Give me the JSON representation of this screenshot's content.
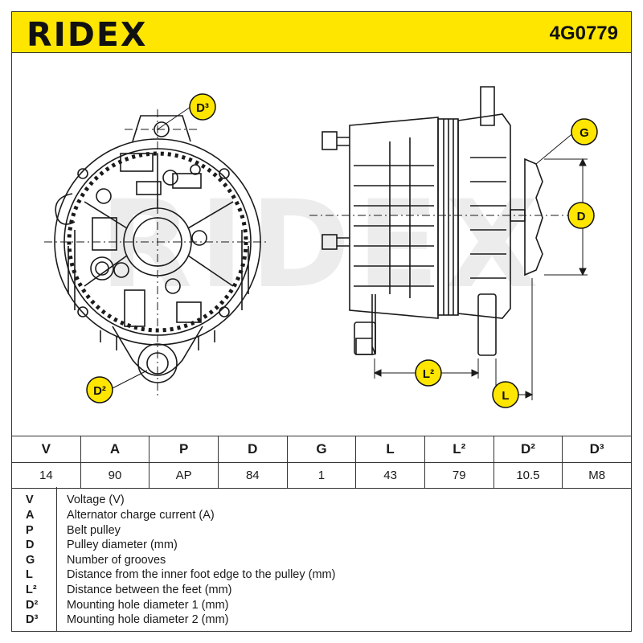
{
  "header": {
    "brand": "RIDEX",
    "part_number": "4G0779"
  },
  "callouts": {
    "d3": "D³",
    "d2": "D²",
    "g": "G",
    "d": "D",
    "l2": "L²",
    "l": "L"
  },
  "watermark": "RIDEX",
  "spec_table": {
    "headers": [
      "V",
      "A",
      "P",
      "D",
      "G",
      "L",
      "L²",
      "D²",
      "D³"
    ],
    "values": [
      "14",
      "90",
      "AP",
      "84",
      "1",
      "43",
      "79",
      "10.5",
      "M8"
    ]
  },
  "legend": [
    {
      "key": "V",
      "desc": "Voltage (V)"
    },
    {
      "key": "A",
      "desc": "Alternator charge current (A)"
    },
    {
      "key": "P",
      "desc": "Belt pulley"
    },
    {
      "key": "D",
      "desc": "Pulley diameter (mm)"
    },
    {
      "key": "G",
      "desc": "Number of grooves"
    },
    {
      "key": "L",
      "desc": "Distance from the inner foot edge to the pulley (mm)"
    },
    {
      "key": "L²",
      "desc": "Distance between the feet (mm)"
    },
    {
      "key": "D²",
      "desc": "Mounting hole diameter 1 (mm)"
    },
    {
      "key": "D³",
      "desc": "Mounting hole diameter 2 (mm)"
    }
  ],
  "colors": {
    "header_bg": "#ffe600",
    "callout_bg": "#ffe600",
    "line": "#1a1a1a",
    "watermark": "#ececec"
  }
}
